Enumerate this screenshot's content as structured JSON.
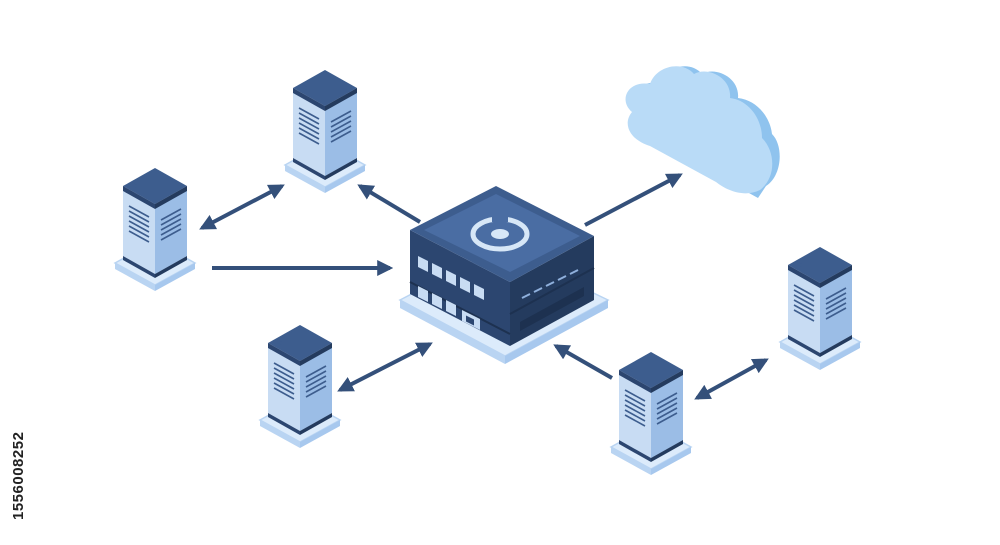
{
  "stock_id": "1556008252",
  "colors": {
    "dark_top": "#3d5d8e",
    "dark_side": "#2c4670",
    "body_light": "#c8dcf3",
    "body_dark": "#9bbde6",
    "base": "#dcebfb",
    "base_shade": "#b9d4f2",
    "arrow": "#34507a",
    "cloud_main": "#b9dbf7",
    "cloud_shade": "#8fc3ee"
  },
  "diagram": {
    "hub": "central-server-hub",
    "cloud": "cloud",
    "servers": [
      "server-top",
      "server-left",
      "server-bottom-left",
      "server-bottom-right",
      "server-right"
    ],
    "connections": [
      {
        "from": "hub",
        "to": "server-top",
        "type": "one-way"
      },
      {
        "from": "server-left",
        "to": "hub",
        "type": "one-way"
      },
      {
        "from": "server-left",
        "to": "server-top",
        "type": "two-way"
      },
      {
        "from": "hub",
        "to": "cloud",
        "type": "one-way"
      },
      {
        "from": "server-bottom-left",
        "to": "hub",
        "type": "two-way"
      },
      {
        "from": "server-bottom-right",
        "to": "hub",
        "type": "one-way"
      },
      {
        "from": "server-bottom-right",
        "to": "server-right",
        "type": "two-way"
      }
    ]
  }
}
